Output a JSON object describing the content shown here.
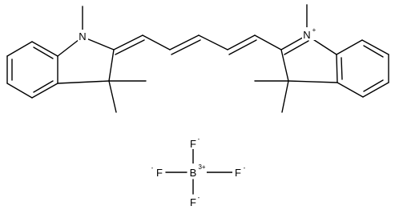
{
  "structure": {
    "atoms": {
      "n_left": {
        "symbol": "N"
      },
      "n_right": {
        "symbol": "N",
        "charge": "+"
      },
      "boron": {
        "symbol": "B",
        "charge": "3+"
      },
      "f_top": {
        "symbol": "F",
        "charge": "-"
      },
      "f_left": {
        "symbol": "F",
        "charge": "-"
      },
      "f_right": {
        "symbol": "F",
        "charge": "-"
      },
      "f_bottom": {
        "symbol": "F",
        "charge": "-"
      }
    }
  }
}
